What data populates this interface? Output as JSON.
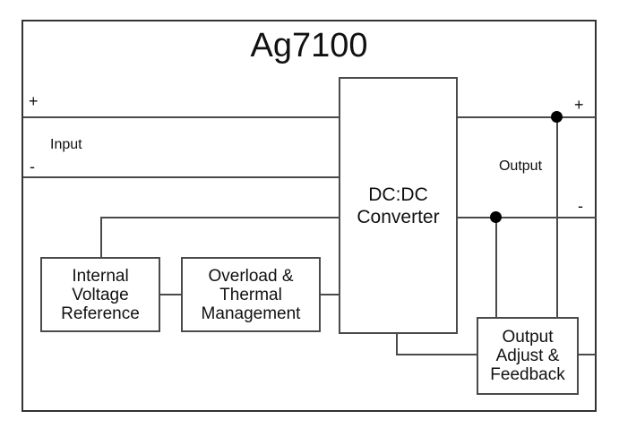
{
  "diagram": {
    "title": "Ag7100",
    "labels": {
      "input": "Input",
      "output": "Output",
      "input_plus": "+",
      "input_minus": "-",
      "output_plus": "+",
      "output_minus": "-"
    },
    "blocks": {
      "converter": {
        "lines": [
          "DC:DC",
          "Converter"
        ]
      },
      "internal_voltage_reference": {
        "lines": [
          "Internal",
          "Voltage",
          "Reference"
        ]
      },
      "overload_thermal": {
        "lines": [
          "Overload &",
          "Thermal",
          "Management"
        ]
      },
      "output_adjust_feedback": {
        "lines": [
          "Output",
          "Adjust &",
          "Feedback"
        ]
      }
    },
    "colors": {
      "line": "#4a4a4a",
      "border": "#333333",
      "text": "#111111",
      "background": "#ffffff",
      "junction_dot": "#000000"
    }
  }
}
